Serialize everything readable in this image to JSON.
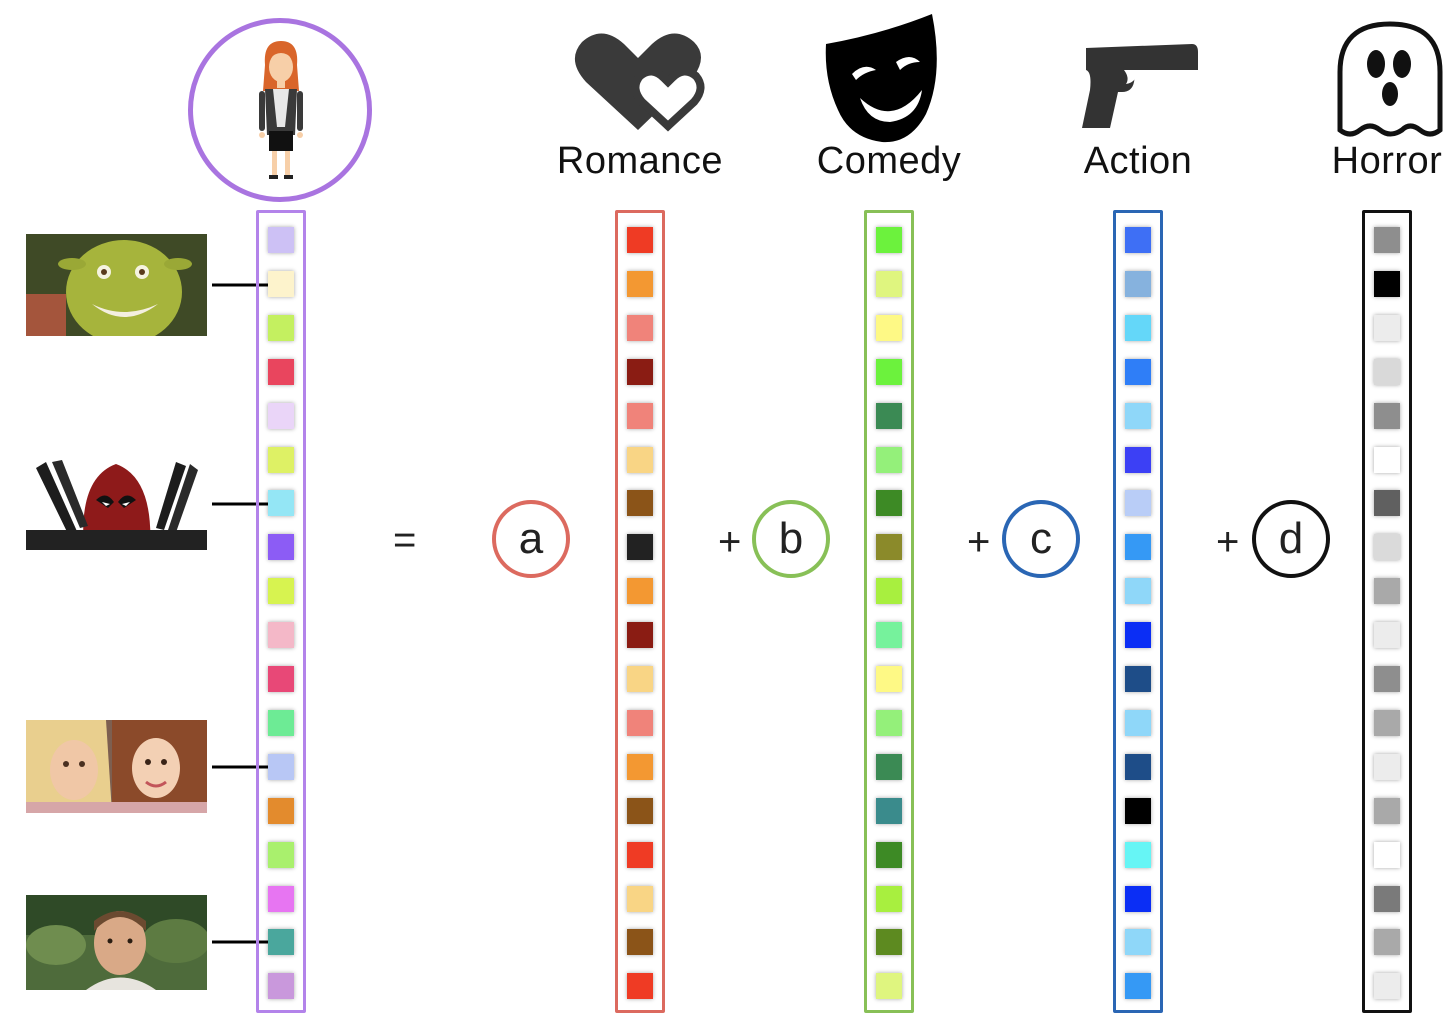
{
  "user_column": {
    "border_color": "#b383ea",
    "colors": [
      "#cdc1f5",
      "#fdf3cc",
      "#c4f060",
      "#e9455e",
      "#ead5f8",
      "#def165",
      "#94e6f5",
      "#8c5cf5",
      "#d7f350",
      "#f4b8c8",
      "#e84877",
      "#6deb95",
      "#b8c7f5",
      "#e38b2d",
      "#a9f06d",
      "#e775f2",
      "#4aa79d",
      "#c998dc"
    ]
  },
  "equals_sign": "=",
  "plus_sign": "+",
  "genres": [
    {
      "label": "Romance",
      "icon": "two-hearts-icon",
      "coef": "a",
      "color": "#dc6a5f",
      "colors": [
        "#ef3b24",
        "#f39832",
        "#f0837a",
        "#8a1c13",
        "#f0837a",
        "#f9d585",
        "#8b5418",
        "#222222",
        "#f39832",
        "#8a1c13",
        "#f9d585",
        "#f0837a",
        "#f39832",
        "#8b5418",
        "#ef3b24",
        "#f9d585",
        "#8b5418",
        "#ef3b24"
      ]
    },
    {
      "label": "Comedy",
      "icon": "comedy-mask-icon",
      "coef": "b",
      "color": "#88c057",
      "colors": [
        "#6cf23d",
        "#dff57f",
        "#fef985",
        "#6cf23d",
        "#3b8a54",
        "#94f07a",
        "#3d8a25",
        "#8b8a2a",
        "#a8ef3f",
        "#76f29c",
        "#fef985",
        "#94f07a",
        "#3b8a54",
        "#3a8b8c",
        "#3d8a25",
        "#a8ef3f",
        "#5d8a20",
        "#dff57f"
      ]
    },
    {
      "label": "Action",
      "icon": "pistol-icon",
      "coef": "c",
      "color": "#2a66b4",
      "colors": [
        "#3e6ff5",
        "#86b2de",
        "#64d7f9",
        "#2f7ef7",
        "#8fd7f9",
        "#3c40f5",
        "#b9cdf7",
        "#3599f5",
        "#8fd7f9",
        "#0b2ef5",
        "#1e4d88",
        "#8fd7f9",
        "#1e4d88",
        "#000000",
        "#66f5f5",
        "#0b2ef5",
        "#8fd7f9",
        "#3599f5"
      ]
    },
    {
      "label": "Horror",
      "icon": "ghost-icon",
      "coef": "d",
      "color": "#111111",
      "colors": [
        "#8e8e8e",
        "#000000",
        "#ececec",
        "#d9d9d9",
        "#8e8e8e",
        "#ffffff",
        "#606060",
        "#dadada",
        "#a9a9a9",
        "#ececec",
        "#8e8e8e",
        "#a9a9a9",
        "#ececec",
        "#a9a9a9",
        "#ffffff",
        "#7a7a7a",
        "#a9a9a9",
        "#ececec"
      ]
    }
  ],
  "movies": [
    {
      "icon": "shrek-thumbnail",
      "row": 1
    },
    {
      "icon": "deadpool-thumbnail",
      "row": 6
    },
    {
      "icon": "mean-girls-thumbnail",
      "row": 12
    },
    {
      "icon": "forrest-gump-thumbnail",
      "row": 16
    }
  ]
}
